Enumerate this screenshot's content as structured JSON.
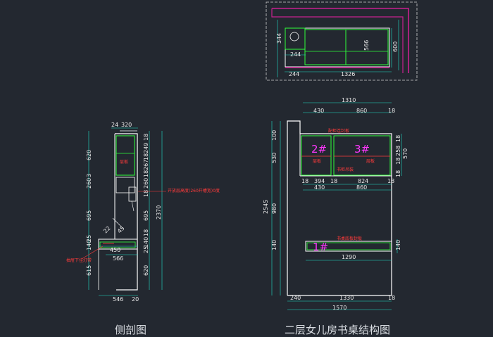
{
  "captions": {
    "left": "侧剖图",
    "right": "二层女儿房书桌结构图"
  },
  "colors": {
    "background": "#232830",
    "cabinet": "#ffffff",
    "shelf": "#2fff3a",
    "dimension": "#22e0c8",
    "plan_outline": "#c7218f",
    "annotation": "#ff3b3b",
    "label": "#ff37ff",
    "text": "#e8e8e8"
  },
  "plan_view": {
    "dims": [
      "244",
      "1326",
      "244",
      "344",
      "566",
      "600"
    ]
  },
  "side_section": {
    "top_dims": [
      "24",
      "320"
    ],
    "left_dims": [
      "620",
      "260",
      "3",
      "695",
      "22",
      "140",
      "25",
      "615"
    ],
    "right_dims_inner": [
      "18",
      "249",
      "18",
      "267",
      "18",
      "260",
      "18",
      "695",
      "18",
      "140",
      "25",
      "620"
    ],
    "right_total": "2370",
    "bottom_dims": [
      "450",
      "566",
      "546",
      "20"
    ],
    "notes": {
      "top_note": "开放层高度(260开槽宽)0度",
      "side_note": "抽屉下挂灯带",
      "diag": "45"
    }
  },
  "front_elevation": {
    "top_total": "1310",
    "top_split": [
      "430",
      "860",
      "18"
    ],
    "left_dims": [
      "100",
      "530",
      "2545",
      "980",
      "140"
    ],
    "right_dims": [
      "18",
      "258",
      "18",
      "570",
      "18",
      "140"
    ],
    "inner_dims": [
      "18",
      "394",
      "18",
      "824",
      "18"
    ],
    "mid_split": [
      "430",
      "860"
    ],
    "desk_width": "1290",
    "bottom_dims": [
      "240",
      "1330",
      "18"
    ],
    "bottom_total": "1570",
    "labels": [
      "2#",
      "3#",
      "1#"
    ],
    "notes": {
      "top": "配柜连封板",
      "panel_a": "层板",
      "panel_b": "层板",
      "hang": "书柜吊装",
      "desk": "书桌底板封板"
    }
  }
}
